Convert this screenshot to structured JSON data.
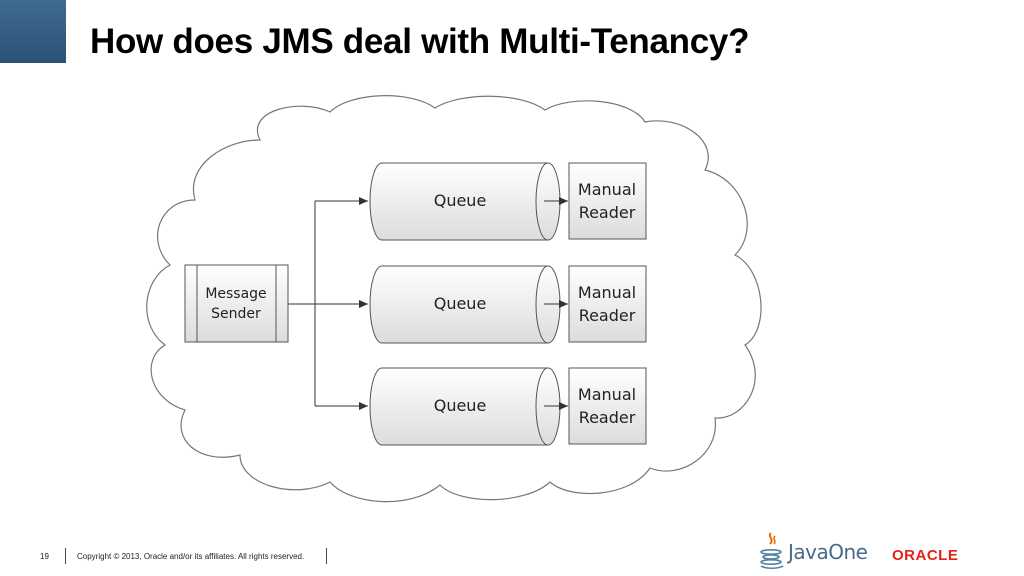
{
  "slide": {
    "title": "How does JMS deal with Multi-Tenancy?"
  },
  "diagram": {
    "sender": {
      "label_line1": "Message",
      "label_line2": "Sender"
    },
    "queues": [
      {
        "label": "Queue",
        "reader_line1": "Manual",
        "reader_line2": "Reader"
      },
      {
        "label": "Queue",
        "reader_line1": "Manual",
        "reader_line2": "Reader"
      },
      {
        "label": "Queue",
        "reader_line1": "Manual",
        "reader_line2": "Reader"
      }
    ]
  },
  "footer": {
    "page_number": "19",
    "copyright": "Copyright © 2013, Oracle and/or its affiliates. All rights reserved."
  },
  "logos": {
    "javaone": "JavaOne",
    "oracle": "ORACLE"
  },
  "colors": {
    "corner_block": "#335b80",
    "oracle_red": "#e2231a",
    "javaone_blue": "#4a6a8c"
  }
}
